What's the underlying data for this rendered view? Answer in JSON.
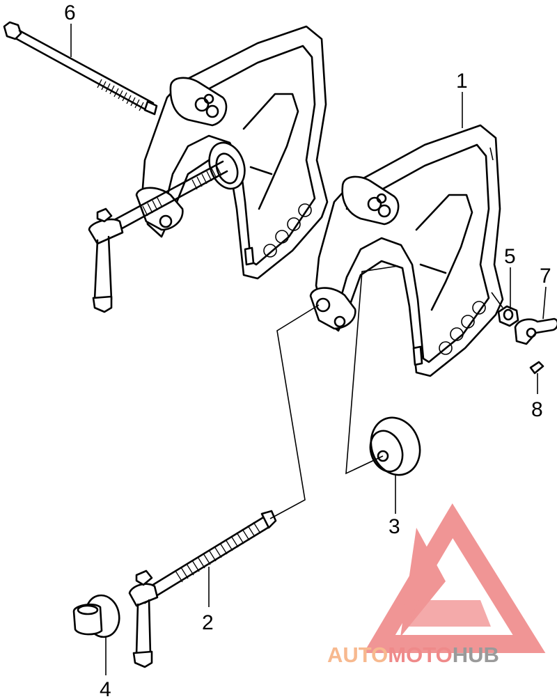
{
  "callouts": [
    {
      "id": "1",
      "label": "1"
    },
    {
      "id": "2",
      "label": "2"
    },
    {
      "id": "3",
      "label": "3"
    },
    {
      "id": "4",
      "label": "4"
    },
    {
      "id": "5",
      "label": "5"
    },
    {
      "id": "6",
      "label": "6"
    },
    {
      "id": "7",
      "label": "7"
    },
    {
      "id": "8",
      "label": "8"
    }
  ],
  "watermark": {
    "part1": "AUTO",
    "part2": "MOTO",
    "part3": "HUB",
    "color_light": "#f7b98f",
    "color_red": "#ef8a8a",
    "color_gray": "#9a9a9a"
  }
}
